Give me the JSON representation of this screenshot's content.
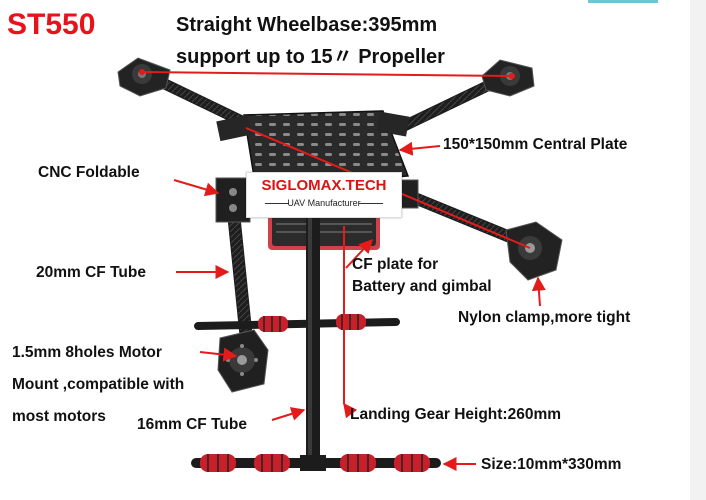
{
  "product": {
    "model": "ST550",
    "headline_1": "Straight Wheelbase:395mm",
    "headline_2": "support up to 15〃 Propeller"
  },
  "brand": {
    "name": "SIGLOMAX.TECH",
    "tagline": "UAV Manufacturer"
  },
  "labels": {
    "central_plate": "150*150mm Central Plate",
    "cnc_foldable": "CNC Foldable",
    "cf_tube_20": "20mm CF Tube",
    "cf_plate_1": "CF plate for",
    "cf_plate_2": "Battery and gimbal",
    "nylon_clamp": "Nylon clamp,more tight",
    "motor_mount_1": "1.5mm 8holes Motor",
    "motor_mount_2": "Mount ,compatible with",
    "motor_mount_3": "most motors",
    "cf_tube_16": "16mm CF Tube",
    "landing_gear": "Landing Gear Height:260mm",
    "size": "Size:10mm*330mm"
  },
  "colors": {
    "title_red": "#e8121a",
    "arrow_red": "#e31b1b",
    "carbon": "#1c1c1c",
    "foam_red": "#c8202a"
  }
}
